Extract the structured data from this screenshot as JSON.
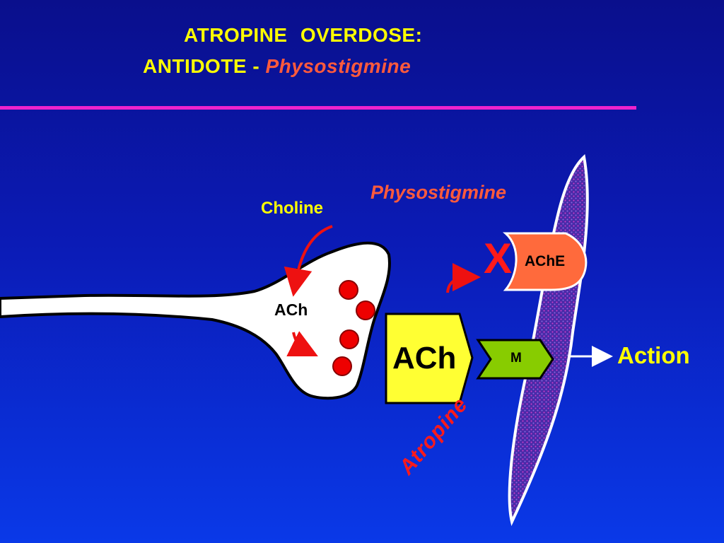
{
  "title": {
    "line1": "ATROPINE  OVERDOSE:",
    "line2_prefix": "ANTIDOTE - ",
    "line2_drug": "Physostigmine"
  },
  "labels": {
    "choline": "Choline",
    "physostigmine": "Physostigmine",
    "ach_vesicle": "ACh",
    "ache": "AChE",
    "ach_released": "ACh",
    "receptor": "M",
    "action": "Action",
    "atropine": "Atropine",
    "block_mark": "X"
  },
  "colors": {
    "background": "#0b1bb6",
    "title": "#ffff00",
    "divider": "#ee22cc",
    "physostigmine": "#ff5a3c",
    "atropine": "#ff1a1a",
    "ach_block": "#ffff33",
    "receptor": "#88cc00",
    "enzyme": "#ff6a3c",
    "vesicle": "#ee0000",
    "muscle": "#5522aa"
  }
}
